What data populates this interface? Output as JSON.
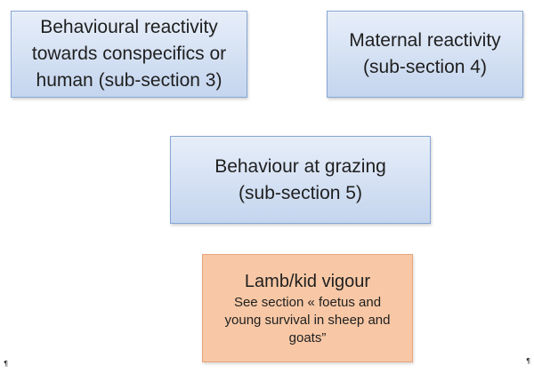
{
  "boxes": {
    "behavioural_reactivity": {
      "lines": [
        "Behavioural reactivity",
        "towards conspecifics or",
        "human (sub-section 3)"
      ]
    },
    "maternal_reactivity": {
      "lines": [
        "Maternal reactivity",
        "(sub-section 4)"
      ]
    },
    "grazing": {
      "lines": [
        "Behaviour at grazing",
        "(sub-section 5)"
      ]
    },
    "lamb_vigour": {
      "title": "Lamb/kid vigour",
      "lines": [
        "See section « foetus and",
        "young survival in sheep and",
        "goats”"
      ]
    }
  },
  "marks": {
    "pilcrow": "¶"
  },
  "colors": {
    "blue_fill_top": "#e7eef9",
    "blue_fill_bottom": "#c4d5ee",
    "blue_border": "#86a6d5",
    "orange_fill": "#f8c8a6",
    "orange_border": "#e8a47a"
  }
}
